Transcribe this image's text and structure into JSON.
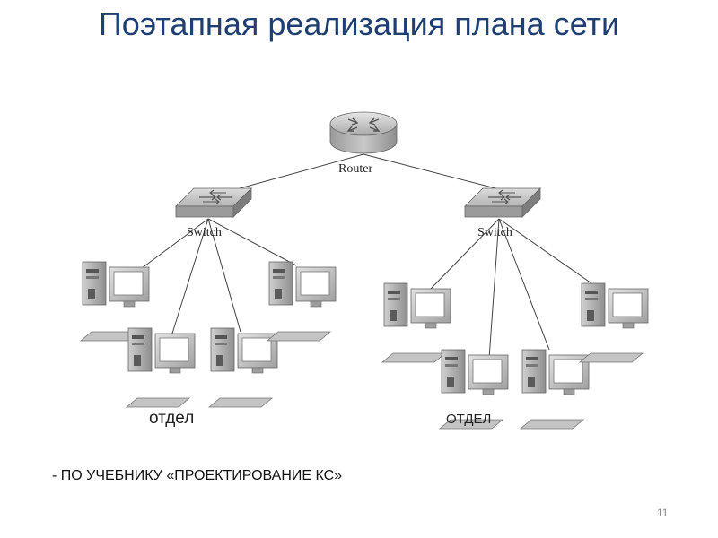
{
  "slide": {
    "title": "Поэтапная реализация плана сети",
    "page_number": "11",
    "note": "- ПО УЧЕБНИКУ «ПРОЕКТИРОВАНИЕ КС»"
  },
  "diagram": {
    "router_label": "Router",
    "switch_left_label": "Switch",
    "switch_right_label": "Switch",
    "department_left": "отдел",
    "department_right": "ОТДЕЛ"
  }
}
